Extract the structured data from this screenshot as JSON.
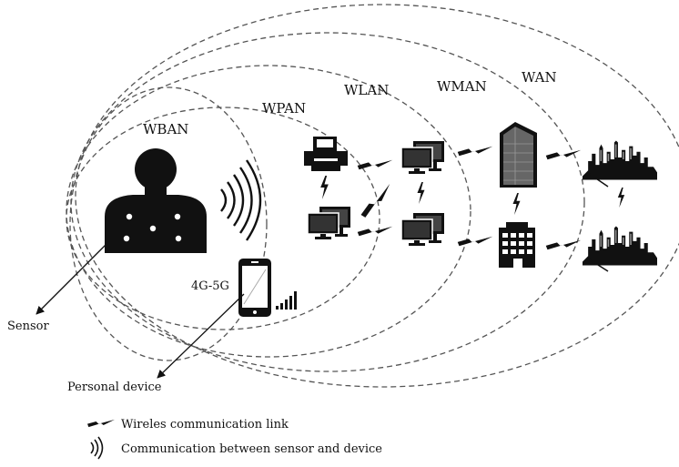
{
  "zones": {
    "wban": "WBAN",
    "wpan": "WPAN",
    "wlan": "WLAN",
    "wman": "WMAN",
    "wan": "WAN"
  },
  "labels": {
    "network_gen": "4G-5G",
    "sensor": "Sensor",
    "personal_device": "Personal device"
  },
  "legend": {
    "link": "Wireles communication link",
    "sensor_device": "Communication between sensor and device"
  }
}
